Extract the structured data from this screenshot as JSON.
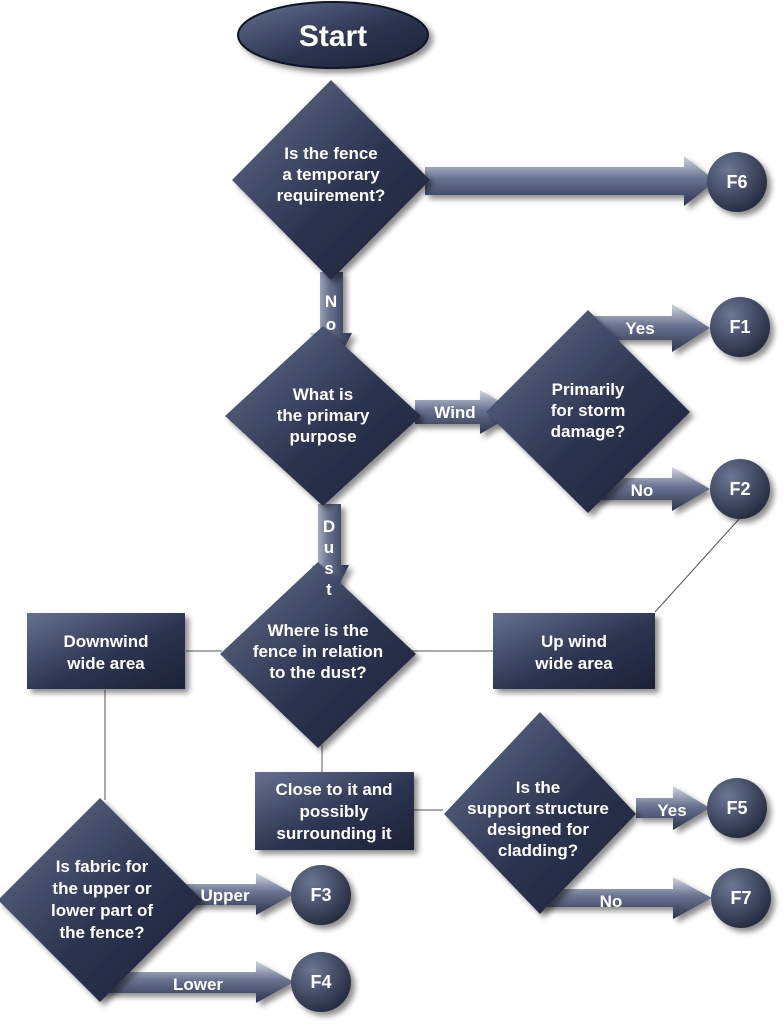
{
  "start": {
    "label": "Start"
  },
  "decisions": {
    "temporary": [
      "Is the fence",
      "a temporary",
      "requirement?"
    ],
    "purpose": [
      "What is",
      "the primary",
      "purpose"
    ],
    "storm": [
      "Primarily",
      "for storm",
      "damage?"
    ],
    "relation": [
      "Where is the",
      "fence in relation",
      "to the dust?"
    ],
    "support": [
      "Is the",
      "support structure",
      "designed for",
      "cladding?"
    ],
    "fabric": [
      "Is fabric for",
      "the upper or",
      "lower part of",
      "the fence?"
    ]
  },
  "boxes": {
    "downwind": [
      "Downwind",
      "wide area"
    ],
    "upwind": [
      "Up wind",
      "wide area"
    ],
    "close": [
      "Close to it and",
      "possibly",
      "surrounding it"
    ]
  },
  "arrow_labels": {
    "no_down": [
      "N",
      "o"
    ],
    "dust_down": [
      "D",
      "u",
      "s",
      "t"
    ],
    "wind": "Wind",
    "storm_yes": "Yes",
    "storm_no": "No",
    "support_yes": "Yes",
    "support_no": "No",
    "upper": "Upper",
    "lower": "Lower"
  },
  "terminals": {
    "f1": "F1",
    "f2": "F2",
    "f3": "F3",
    "f4": "F4",
    "f5": "F5",
    "f6": "F6",
    "f7": "F7"
  },
  "colors": {
    "shape_dark": "#20273d",
    "shape_light": "#5e6986",
    "arrow_light": "#c9ced9",
    "arrow_dark": "#2f3855",
    "connector": "#555555"
  }
}
